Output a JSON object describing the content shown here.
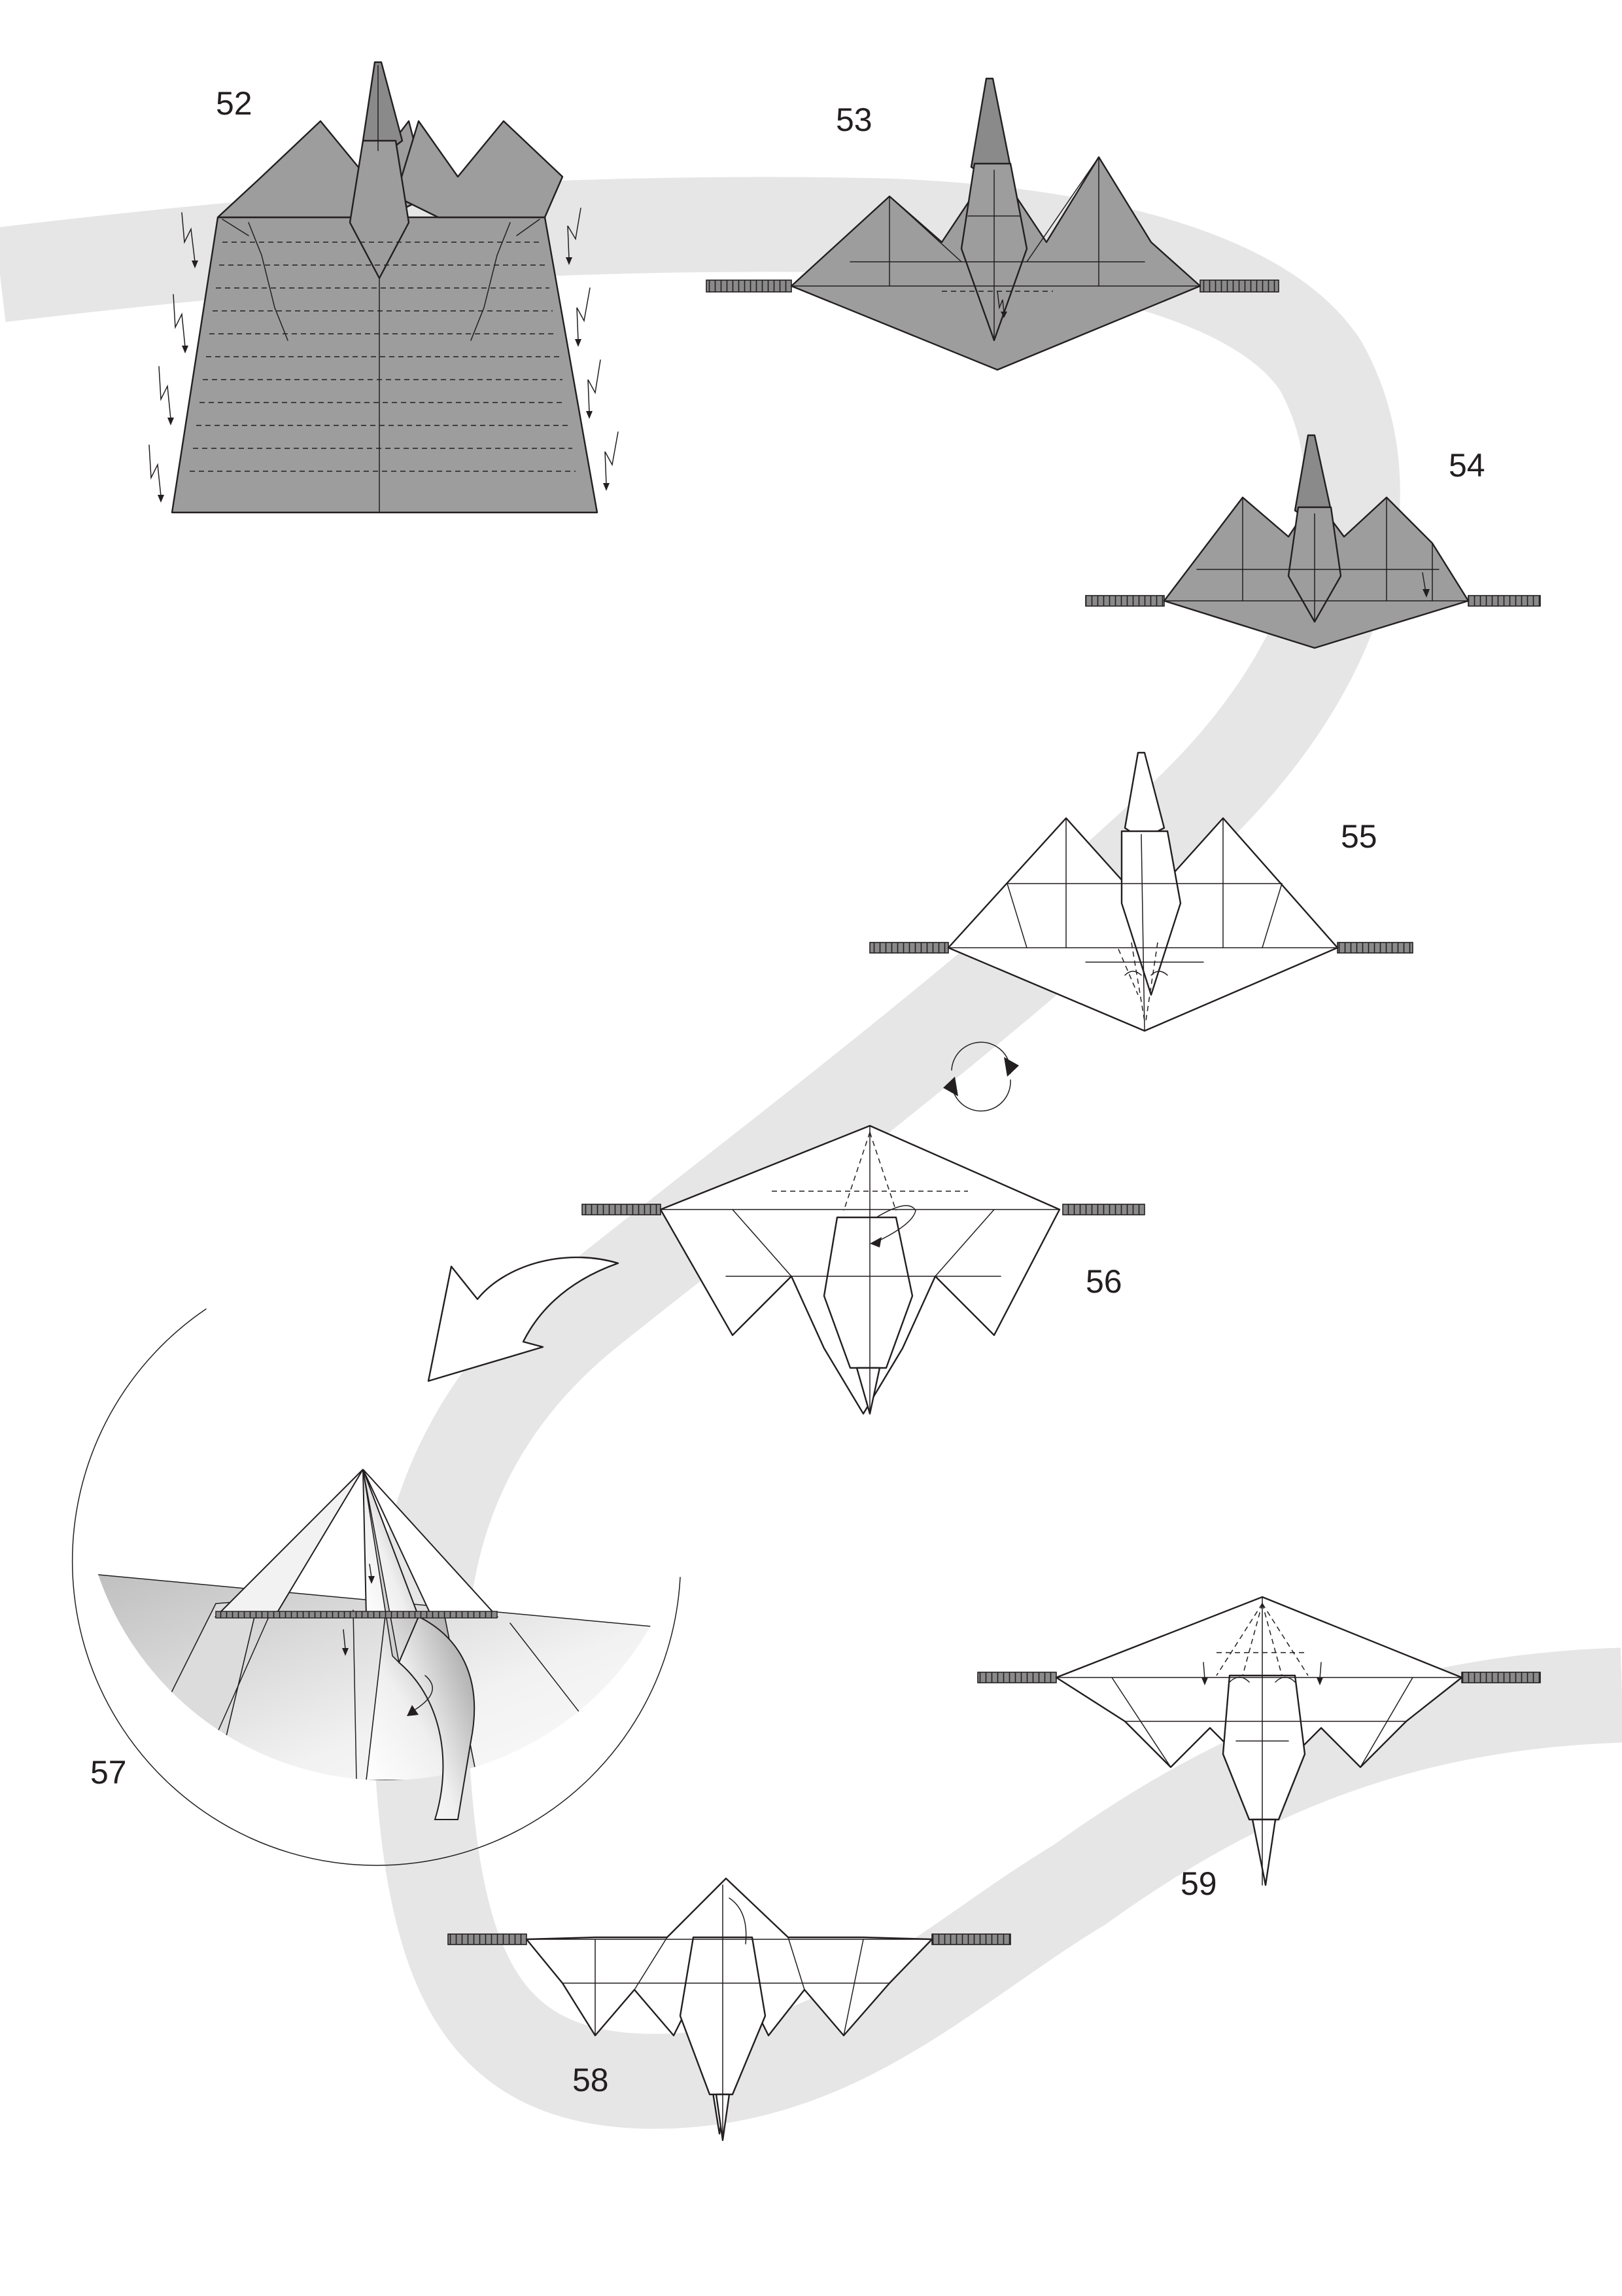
{
  "steps": [
    {
      "number": "52"
    },
    {
      "number": "53"
    },
    {
      "number": "54"
    },
    {
      "number": "55"
    },
    {
      "number": "56"
    },
    {
      "number": "57"
    },
    {
      "number": "58"
    },
    {
      "number": "59"
    }
  ],
  "colors": {
    "background": "#ffffff",
    "flow_band": "#e6e6e7",
    "paper_coloured_side": "#9d9d9d",
    "paper_white_side": "#ffffff",
    "line": "#231f20"
  },
  "icons": {
    "turn_over": "turn-over-icon",
    "view_change": "curved-hollow-arrow-icon",
    "valley_fold": "valley-fold-arrow-icon",
    "sink_fold": "zigzag-fold-arrow-icon"
  }
}
